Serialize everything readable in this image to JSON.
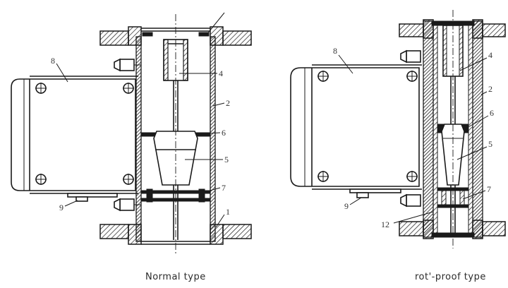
{
  "colors": {
    "line": "#1a1a1a",
    "hatch": "#1a1a1a",
    "background": "#ffffff",
    "label": "#333333"
  },
  "left_figure": {
    "caption": "Normal type",
    "labels": {
      "n1": "1",
      "n2": "2",
      "n4": "4",
      "n5": "5",
      "n6": "6",
      "n7": "7",
      "n8": "8",
      "n9": "9"
    }
  },
  "right_figure": {
    "caption": "rot'-proof type",
    "labels": {
      "n2": "2",
      "n4": "4",
      "n5": "5",
      "n6": "6",
      "n7": "7",
      "n8": "8",
      "n9": "9",
      "n12": "12"
    }
  }
}
